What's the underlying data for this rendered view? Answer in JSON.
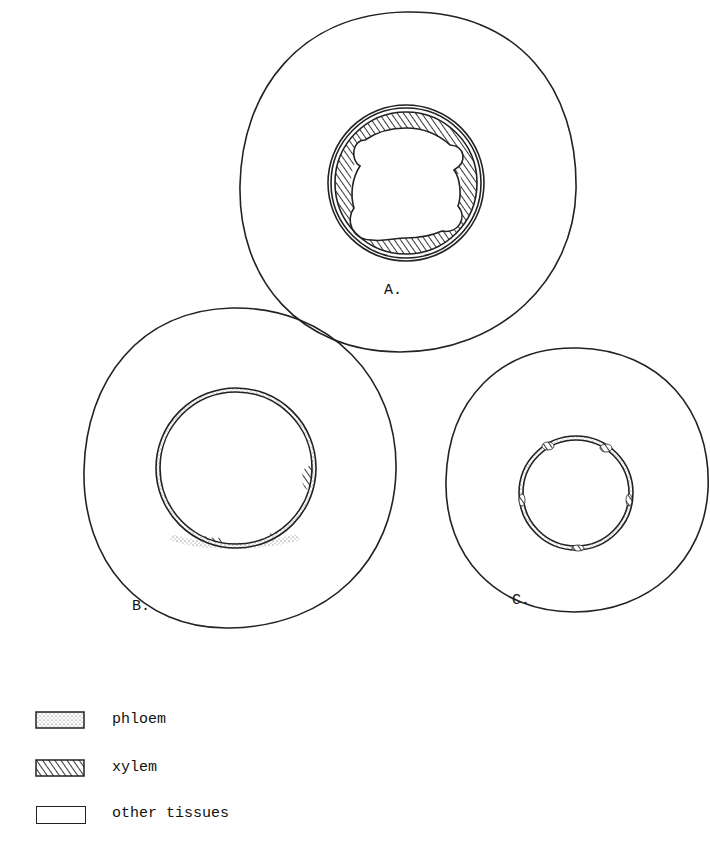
{
  "diagram": {
    "labels": [
      "A.",
      "B.",
      "C."
    ],
    "legend": [
      {
        "text": "phloem"
      },
      {
        "text": "xylem"
      },
      {
        "text": "other tissues",
        "color": "#ffffff"
      }
    ]
  }
}
